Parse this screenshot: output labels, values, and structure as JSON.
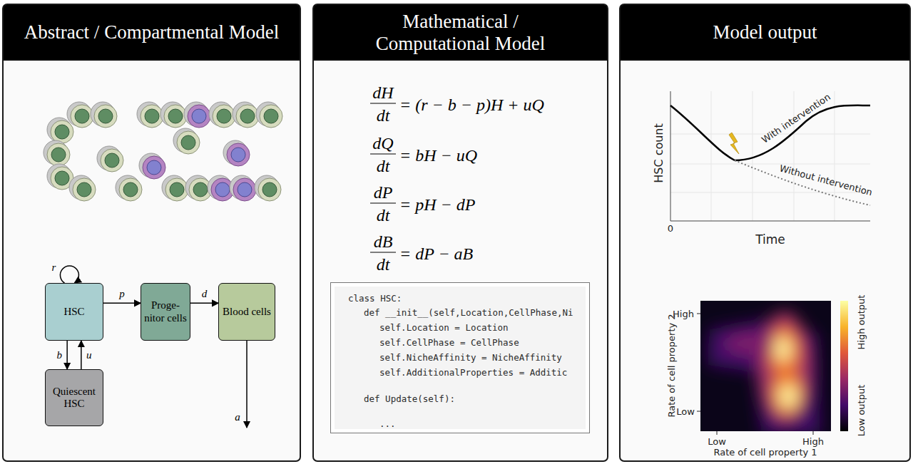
{
  "diagram": {
    "nodes": [
      {
        "text": [
          "Abstract / Compartmental Model"
        ]
      },
      {
        "text": [
          "HSC"
        ],
        "in": 0
      },
      {
        "text": [
          "Proge- nitor cells"
        ],
        "in": 0
      },
      {
        "text": [
          "Blood cells"
        ],
        "in": 0
      },
      {
        "text": [
          "Quiescent HSC"
        ],
        "in": 0
      },
      {
        "text": [
          "Mathematical / Computational Model"
        ]
      },
      {
        "text": [
          "class HSC:",
          "def __init__(self,Location,CellPhase,Ni",
          "self.Location = Location",
          "self.CellPhase = CellPhase",
          "self.NicheAffinity = NicheAffinity",
          "self.AdditionalProperties = Additic",
          "def Update(self):",
          "..."
        ],
        "in": 5
      },
      {
        "text": [
          "Model output"
        ]
      }
    ],
    "edges": [
      {
        "from": 1,
        "to": 1,
        "label": "r",
        "arrow": "to"
      },
      {
        "from": 1,
        "to": 2,
        "label": "p",
        "arrow": "to"
      },
      {
        "from": 2,
        "to": 3,
        "label": "d",
        "arrow": "to"
      },
      {
        "from": 1,
        "to": 4,
        "label": "b",
        "arrow": "to"
      },
      {
        "from": 4,
        "to": 1,
        "label": "u",
        "arrow": "to"
      }
    ],
    "labels": [
      "dH",
      "dt",
      "= (r − b − p)H + uQ",
      "dQ",
      "dt",
      "= bH − uQ",
      "dP",
      "dt",
      "= pH − dP",
      "dB",
      "dt",
      "= dP − aB",
      "a",
      "HSC count",
      "0",
      "Time",
      "With intervention",
      "Without intervention",
      "High",
      "Low",
      "Rate of cell property 2",
      "Low",
      "High",
      "Rate of cell property 1",
      "High output",
      "Low output"
    ]
  }
}
